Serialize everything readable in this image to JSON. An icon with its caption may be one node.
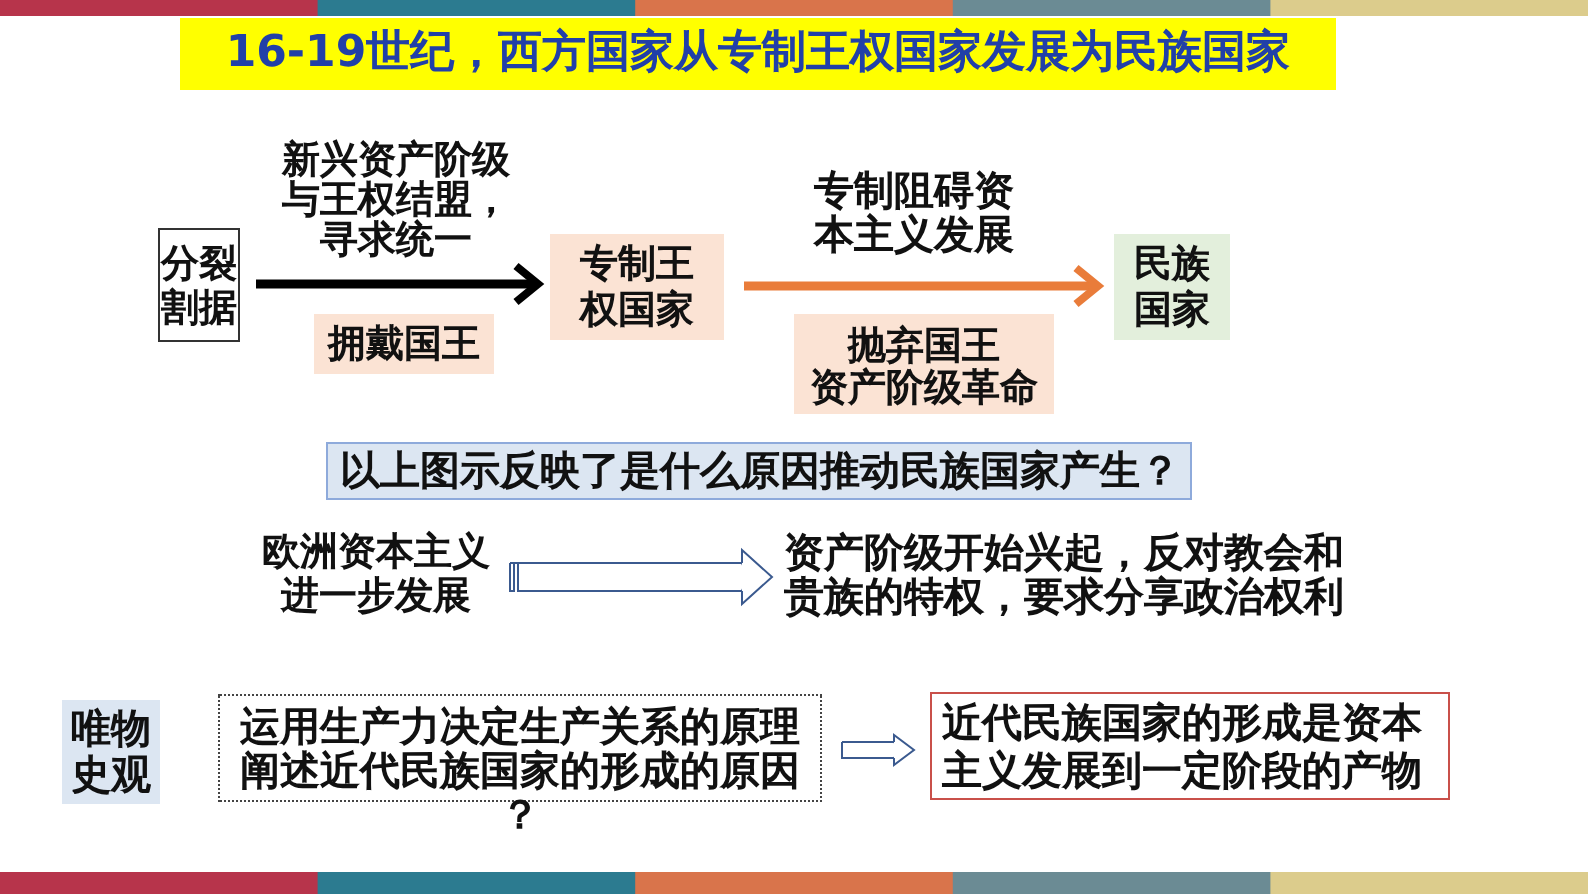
{
  "diagram": {
    "title": "16-19世纪，西方国家从专制王权国家发展为民族国家",
    "nodes": [
      {
        "text": [
          "分裂割据"
        ]
      },
      {
        "text": [
          "拥戴国王"
        ]
      },
      {
        "text": [
          "专制王权国家"
        ]
      },
      {
        "text": [
          "抛弃国王",
          "资产阶级革命"
        ]
      },
      {
        "text": [
          "民族国家"
        ]
      },
      {
        "text": [
          "以上图示反映了是什么原因推动民族国家产生？"
        ]
      },
      {
        "text": [
          "欧洲资本主义进一步发展"
        ]
      },
      {
        "text": [
          "资产阶级开始兴起，反对教会和贵族的特权，要求分享政治权利"
        ]
      },
      {
        "text": [
          "唯物史观"
        ]
      },
      {
        "text": [
          "运用生产力决定生产关系的原理阐述近代民族国家的形成的原因？"
        ]
      },
      {
        "text": [
          "近代民族国家的形成是资本主义发展到一定阶段的产物"
        ]
      }
    ],
    "edges": [
      {
        "from": 0,
        "to": 2,
        "arrow": "to",
        "label": "新兴资产阶级与王权结盟，寻求统一",
        "style": "thick",
        "color": "#000000"
      },
      {
        "from": 2,
        "to": 4,
        "arrow": "to",
        "label": "专制阻碍资本主义发展",
        "style": "thick",
        "color": "#e97c3a"
      },
      {
        "from": 6,
        "to": 7,
        "arrow": "to",
        "color": "#3b5a8f"
      },
      {
        "from": 9,
        "to": 10,
        "arrow": "to",
        "color": "#3b5a8f"
      }
    ]
  }
}
